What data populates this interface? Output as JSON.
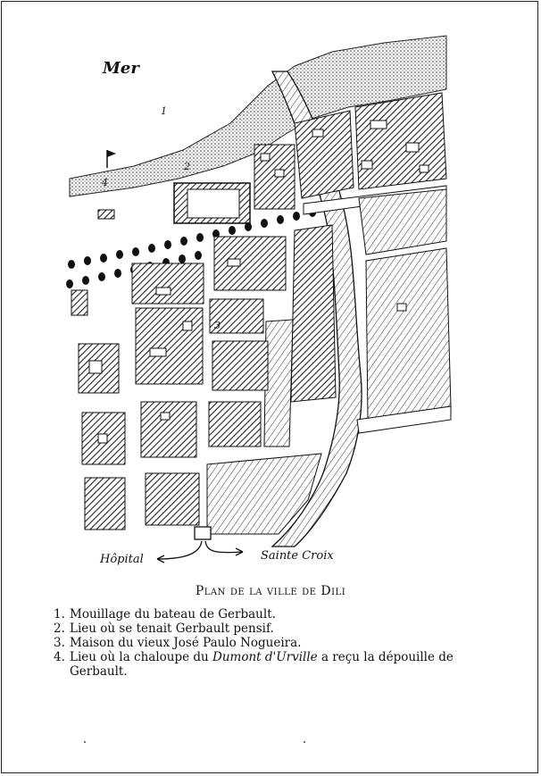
{
  "map": {
    "sea_label": "Mer",
    "marker_1": "1",
    "marker_2": "2",
    "marker_3": "3",
    "marker_4": "4",
    "left_arrow_label": "Hôpital",
    "right_arrow_label": "Sainte Croix"
  },
  "caption": {
    "first": "Plan de la ville de Dili"
  },
  "legend": {
    "items": [
      {
        "num": "1.",
        "text": "Mouillage du bateau de Gerbault."
      },
      {
        "num": "2.",
        "text": "Lieu où se tenait Gerbault pensif."
      },
      {
        "num": "3.",
        "text": "Maison du vieux José Paulo Nogueira."
      },
      {
        "num": "4.",
        "text_a": "Lieu où la chaloupe du ",
        "text_italic": "Dumont d'Urville",
        "text_b": " a reçu la dépouille de Gerbault."
      }
    ]
  }
}
